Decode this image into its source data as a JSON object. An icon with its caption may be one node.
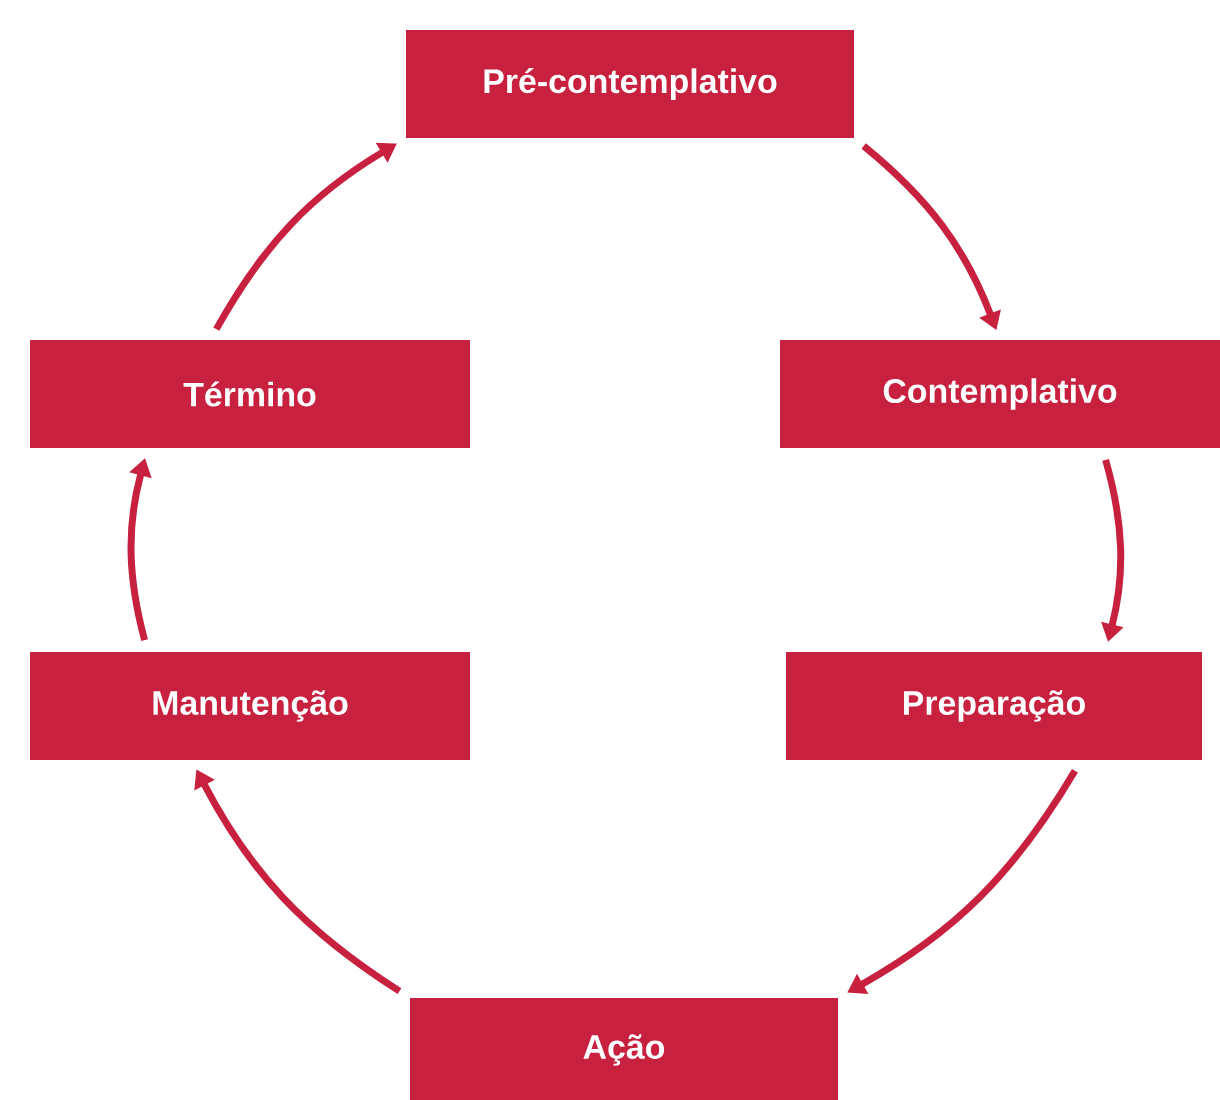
{
  "diagram": {
    "nodes": [
      {
        "text": [
          "Pré-contemplativo"
        ]
      },
      {
        "text": [
          "Contemplativo"
        ]
      },
      {
        "text": [
          "Preparação"
        ]
      },
      {
        "text": [
          "Ação"
        ]
      },
      {
        "text": [
          "Manutenção"
        ]
      },
      {
        "text": [
          "Término"
        ]
      }
    ],
    "edges": [
      {
        "from": 0,
        "to": 1,
        "arrow": "to"
      },
      {
        "from": 1,
        "to": 2,
        "arrow": "to"
      },
      {
        "from": 2,
        "to": 3,
        "arrow": "to"
      },
      {
        "from": 3,
        "to": 4,
        "arrow": "to"
      },
      {
        "from": 4,
        "to": 5,
        "arrow": "to"
      },
      {
        "from": 5,
        "to": 0,
        "arrow": "to"
      }
    ]
  }
}
